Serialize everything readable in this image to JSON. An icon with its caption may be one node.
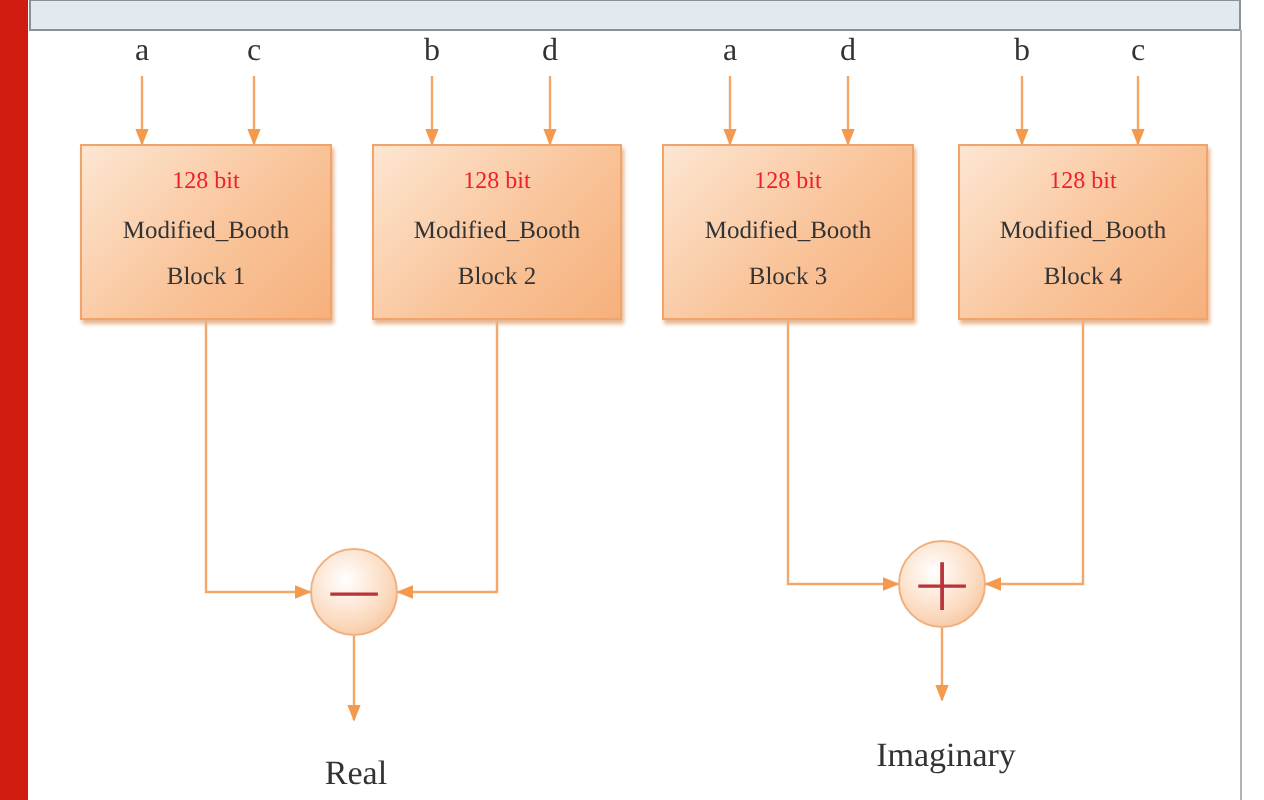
{
  "diagram": {
    "nodes": [
      {
        "text": [
          "a"
        ]
      },
      {
        "text": [
          "c"
        ]
      },
      {
        "text": [
          "b"
        ]
      },
      {
        "text": [
          "d"
        ]
      },
      {
        "text": [
          "a"
        ]
      },
      {
        "text": [
          "d"
        ]
      },
      {
        "text": [
          "b"
        ]
      },
      {
        "text": [
          "c"
        ]
      },
      {
        "text": [
          "128 bit",
          "Modified_Booth Block 1"
        ]
      },
      {
        "text": [
          "128 bit",
          "Modified_Booth Block 2"
        ]
      },
      {
        "text": [
          "128 bit",
          "Modified_Booth Block 3"
        ]
      },
      {
        "text": [
          "128 bit",
          "Modified_Booth Block 4"
        ]
      },
      {
        "text": [
          "−"
        ]
      },
      {
        "text": [
          "+"
        ]
      },
      {
        "text": [
          "Real"
        ]
      },
      {
        "text": [
          "Imaginary"
        ]
      }
    ],
    "edges": [
      {
        "from": 0,
        "to": 8,
        "arrow": "to"
      },
      {
        "from": 1,
        "to": 8,
        "arrow": "to"
      },
      {
        "from": 2,
        "to": 9,
        "arrow": "to"
      },
      {
        "from": 3,
        "to": 9,
        "arrow": "to"
      },
      {
        "from": 4,
        "to": 10,
        "arrow": "to"
      },
      {
        "from": 5,
        "to": 10,
        "arrow": "to"
      },
      {
        "from": 6,
        "to": 11,
        "arrow": "to"
      },
      {
        "from": 7,
        "to": 11,
        "arrow": "to"
      },
      {
        "from": 8,
        "to": 12,
        "arrow": "to"
      },
      {
        "from": 9,
        "to": 12,
        "arrow": "to"
      },
      {
        "from": 10,
        "to": 13,
        "arrow": "to"
      },
      {
        "from": 11,
        "to": 13,
        "arrow": "to"
      },
      {
        "from": 12,
        "to": 14,
        "arrow": "to"
      },
      {
        "from": 13,
        "to": 15,
        "arrow": "to"
      }
    ]
  }
}
